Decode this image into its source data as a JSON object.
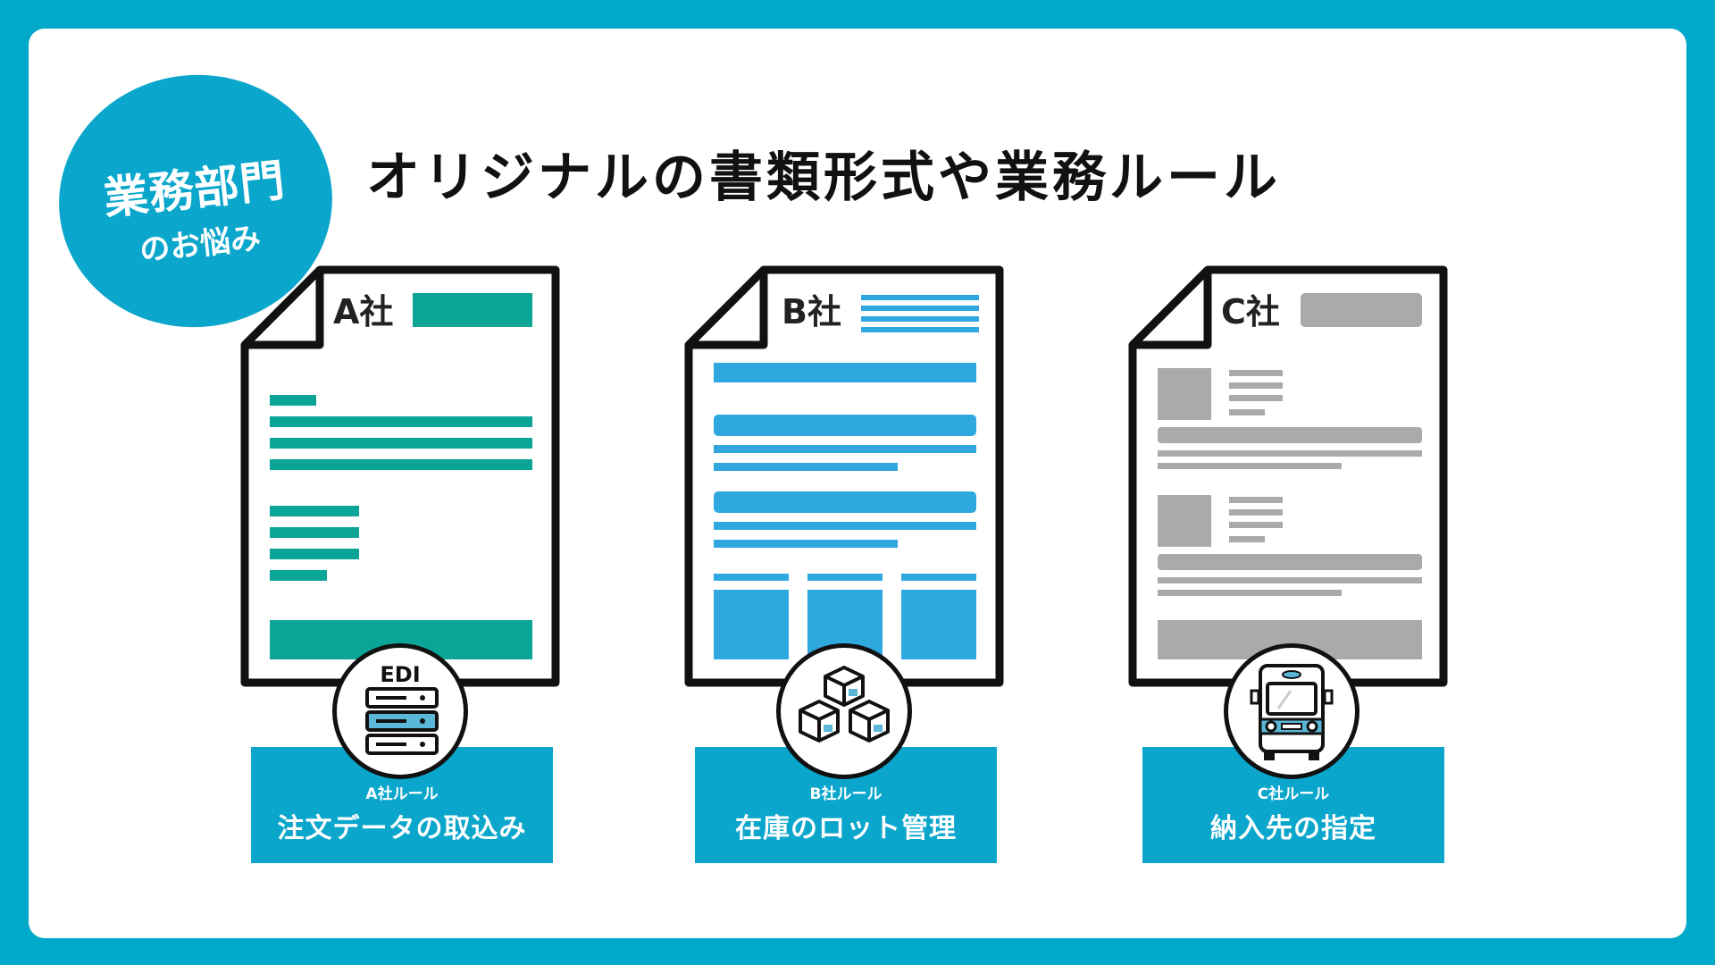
{
  "badge": {
    "line1": "業務部門",
    "line2": "のお悩み"
  },
  "headline": "オリジナルの書類形式や業務ルール",
  "companies": [
    {
      "doc_label": "A社",
      "rule_label": "A社ルール",
      "rule_text": "注文データの取込み",
      "icon": "edi-server-icon",
      "icon_text": "EDI",
      "accent": "#0aa597"
    },
    {
      "doc_label": "B社",
      "rule_label": "B社ルール",
      "rule_text": "在庫のロット管理",
      "icon": "stacked-boxes-icon",
      "accent": "#2fa8e0"
    },
    {
      "doc_label": "C社",
      "rule_label": "C社ルール",
      "rule_text": "納入先の指定",
      "icon": "delivery-truck-icon",
      "accent": "#aaaaaa"
    }
  ],
  "colors": {
    "background": "#00a9c9",
    "panel": "#ffffff",
    "label_box": "#0aa6cb"
  }
}
